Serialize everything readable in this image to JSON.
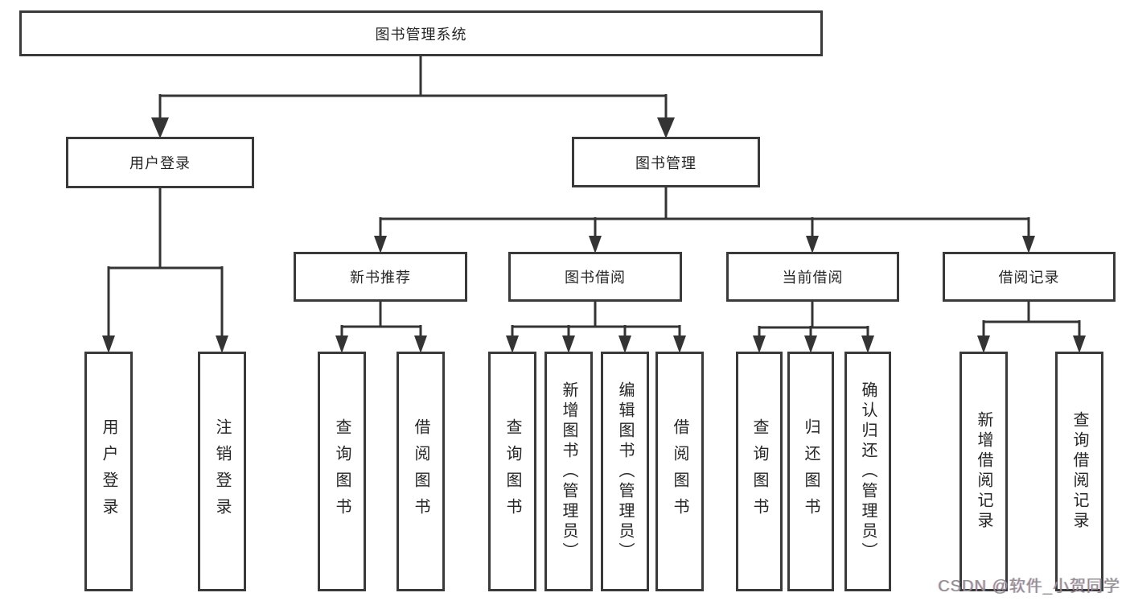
{
  "tree": {
    "root": {
      "label": "图书管理系统",
      "children": [
        {
          "label": "用户登录",
          "children": [
            {
              "label": "用户登录"
            },
            {
              "label": "注销登录"
            }
          ]
        },
        {
          "label": "图书管理",
          "children": [
            {
              "label": "新书推荐",
              "children": [
                {
                  "label": "查询图书"
                },
                {
                  "label": "借阅图书"
                }
              ]
            },
            {
              "label": "图书借阅",
              "children": [
                {
                  "label": "查询图书"
                },
                {
                  "label": "新增图书（管理员）"
                },
                {
                  "label": "编辑图书（管理员）"
                },
                {
                  "label": "借阅图书"
                }
              ]
            },
            {
              "label": "当前借阅",
              "children": [
                {
                  "label": "查询图书"
                },
                {
                  "label": "归还图书"
                },
                {
                  "label": "确认归还（管理员）"
                }
              ]
            },
            {
              "label": "借阅记录",
              "children": [
                {
                  "label": "新增借阅记录"
                },
                {
                  "label": "查询借阅记录"
                }
              ]
            }
          ]
        }
      ]
    }
  },
  "watermark": {
    "text": "CSDN @软件_小贺同学"
  },
  "colors": {
    "line": "#343434",
    "box_border": "#3a3a3a",
    "text": "#262626",
    "background": "#ffffff",
    "watermark": "#8f8f8f"
  }
}
